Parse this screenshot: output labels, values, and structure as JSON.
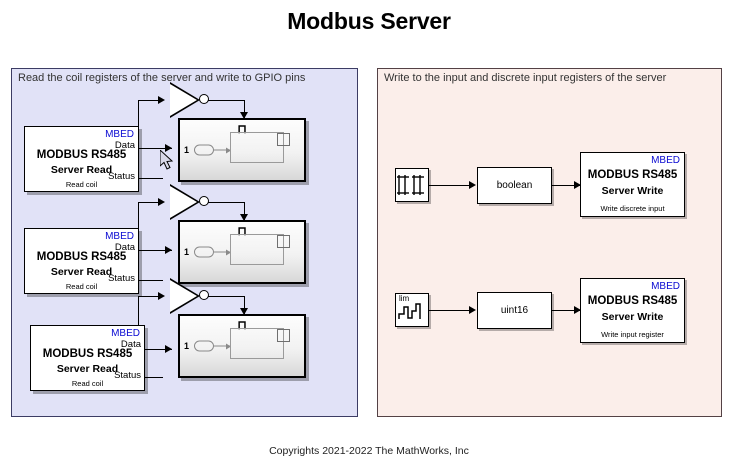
{
  "page": {
    "title": "Modbus Server",
    "footer": "Copyrights 2021-2022 The MathWorks, Inc"
  },
  "panels": {
    "left": {
      "label": "Read the coil registers of the server and write to GPIO pins",
      "fill_color": "#e1e2f7",
      "border_color": "#3c3c64"
    },
    "right": {
      "label": "Write to the input and discrete input registers of the server",
      "fill_color": "#fbeeea",
      "border_color": "#534145"
    }
  },
  "accent": {
    "mbed_color": "#0a0ad2",
    "wire_color": "#000000"
  },
  "read_blocks": [
    {
      "badge": "MBED",
      "line1": "MODBUS RS485",
      "line2": "Server Read",
      "line3": "Read coil",
      "port_data": "Data",
      "port_status": "Status"
    },
    {
      "badge": "MBED",
      "line1": "MODBUS RS485",
      "line2": "Server Read",
      "line3": "Read coil",
      "port_data": "Data",
      "port_status": "Status"
    },
    {
      "badge": "MBED",
      "line1": "MODBUS RS485",
      "line2": "Server Read",
      "line3": "Read coil",
      "port_data": "Data",
      "port_status": "Status"
    }
  ],
  "gpio_subsystems": [
    {
      "inport": "1",
      "trigger_glyph": "⊓"
    },
    {
      "inport": "1",
      "trigger_glyph": "⊓"
    },
    {
      "inport": "1",
      "trigger_glyph": "⊓"
    }
  ],
  "not_gates": [
    {
      "name": "logical-not-1"
    },
    {
      "name": "logical-not-2"
    },
    {
      "name": "logical-not-3"
    }
  ],
  "write_chains": [
    {
      "source_icon": "pulse-generator-icon",
      "source_label": "",
      "convert_label": "boolean",
      "badge": "MBED",
      "line1": "MODBUS RS485",
      "line2": "Server Write",
      "line3": "Write discrete input"
    },
    {
      "source_icon": "repeating-sequence-stair-icon",
      "source_label": "lim",
      "convert_label": "uint16",
      "badge": "MBED",
      "line1": "MODBUS RS485",
      "line2": "Server Write",
      "line3": "Write input register"
    }
  ]
}
